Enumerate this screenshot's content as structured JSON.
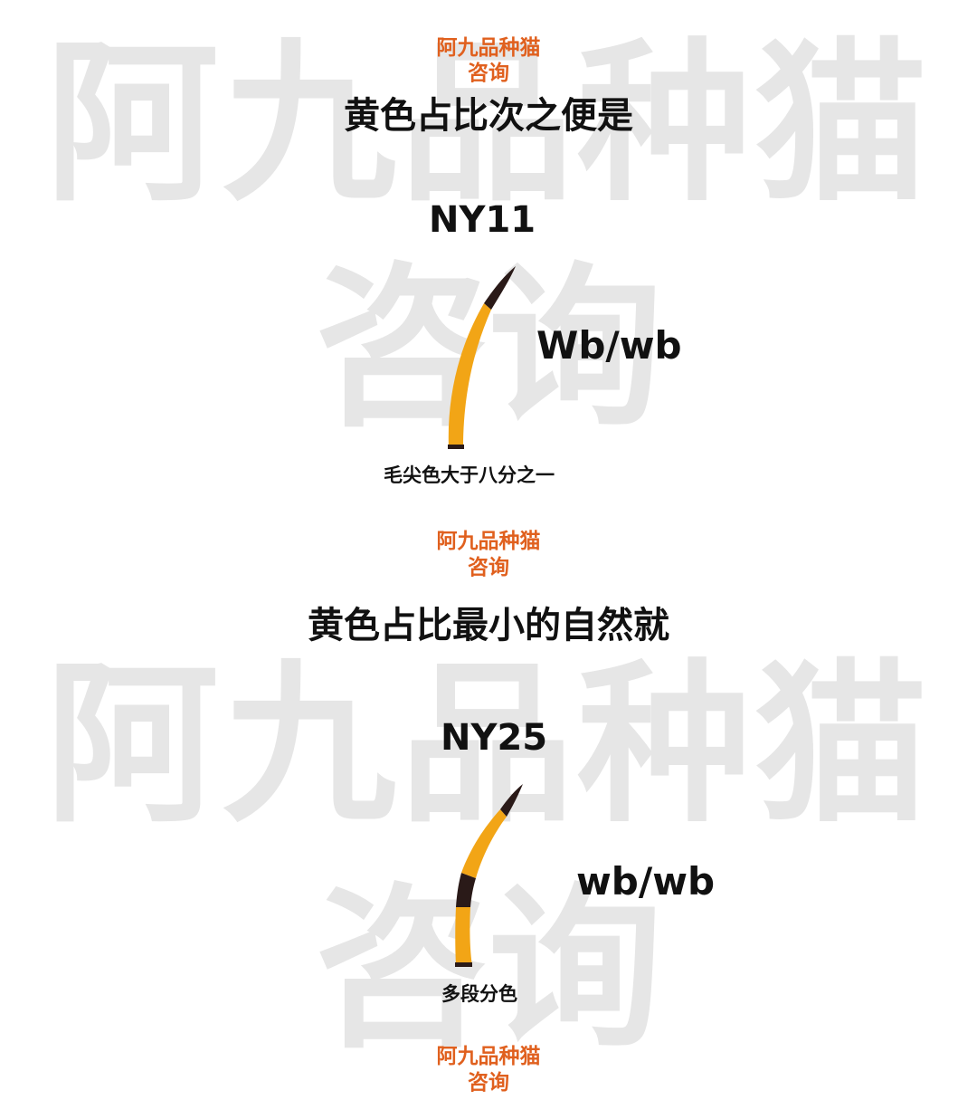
{
  "watermark": {
    "line1": "阿九品种猫",
    "line2": "咨询"
  },
  "section1": {
    "brand_line1": "阿九品种猫",
    "brand_line2": "咨询",
    "heading": "黄色占比次之便是",
    "code": "NY11",
    "genotype": "Wb/wb",
    "caption": "毛尖色大于八分之一"
  },
  "section2": {
    "brand_line1": "阿九品种猫",
    "brand_line2": "咨询",
    "heading": "黄色占比最小的自然就",
    "code": "NY25",
    "genotype": "wb/wb",
    "caption": "多段分色"
  },
  "footer": {
    "brand_line1": "阿九品种猫",
    "brand_line2": "咨询"
  },
  "colors": {
    "brand": "#e0601e",
    "hair_yellow": "#f2a516",
    "hair_dark": "#2a1a18",
    "watermark": "#e6e6e6"
  }
}
